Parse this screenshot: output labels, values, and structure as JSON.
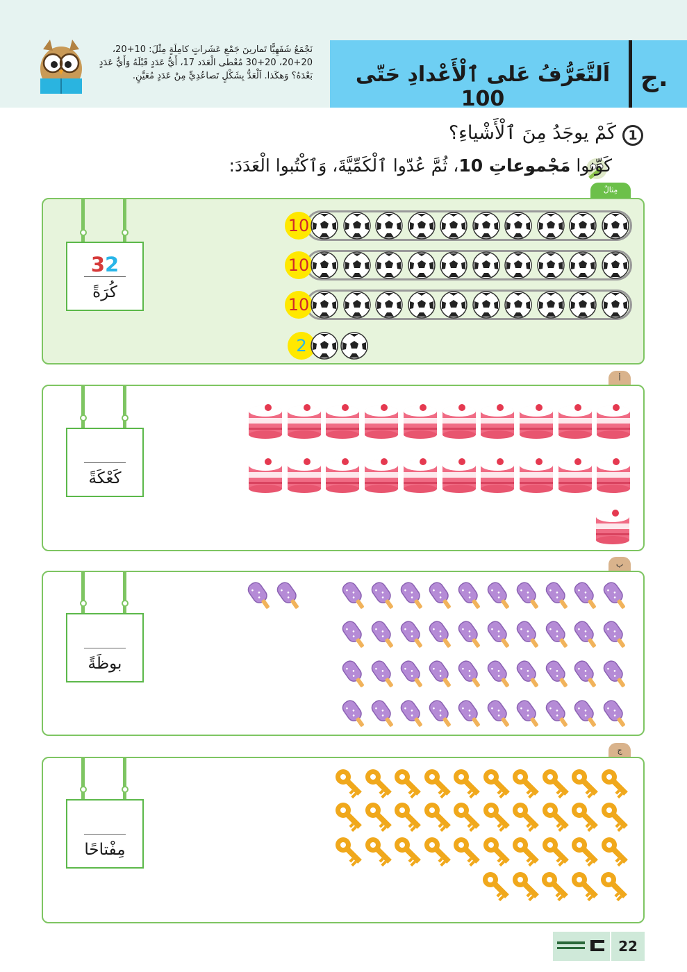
{
  "header": {
    "letter": "ج.",
    "title": "اَلتَّعَرُّفُ عَلى ٱلْأَعْدادِ حَتّى 100",
    "teacher_note": "نَجْمَعُ شَفَهِيًّا تَمارينَ جَمْعِ عَشَراتٍ كامِلَةٍ مِثْلَ: 10+20، 20+20، 20+30 مُعْطى الْعَدَد 17، أَيُّ عَدَدٍ قَبْلَهُ وَأَيُّ عَدَدٍ بَعْدَهُ؟ وَهكَذا. اَلْعَدُّ بِشَكْلٍ تَصاعُدِيٍّ مِنْ عَدَدٍ مُعَيَّنٍ."
  },
  "question": {
    "number": "1",
    "text": "كَمْ يوجَدُ مِنَ ٱلْأَشْياءِ؟"
  },
  "instruction": {
    "part1": "كَوِّنوا ",
    "bold": "مَجْموعاتِ 10",
    "part2": "، ثُمَّ عُدّوا ٱلْكَمِّيَّةَ، وَٱكْتُبوا الْعَدَدَ:"
  },
  "panels": {
    "example": {
      "tab": "مِثالٌ",
      "tens_digit": "3",
      "ones_digit": "2",
      "word": "كُرَةً",
      "group_label": "10",
      "remainder_label": "2"
    },
    "a": {
      "tab": "أ",
      "word": "كَعْكَةً"
    },
    "b": {
      "tab": "ب",
      "word": "بوظَةً"
    },
    "c": {
      "tab": "ج",
      "word": "مِفْتاحًا"
    }
  },
  "footer": {
    "page_number": "22"
  },
  "colors": {
    "panel_border": "#7ec562",
    "example_bg": "#e7f4dc",
    "header_bg": "#6ecff3",
    "tens_digit": "#d63a3a",
    "ones_digit": "#29b5e8",
    "badge": "#ffe800"
  }
}
